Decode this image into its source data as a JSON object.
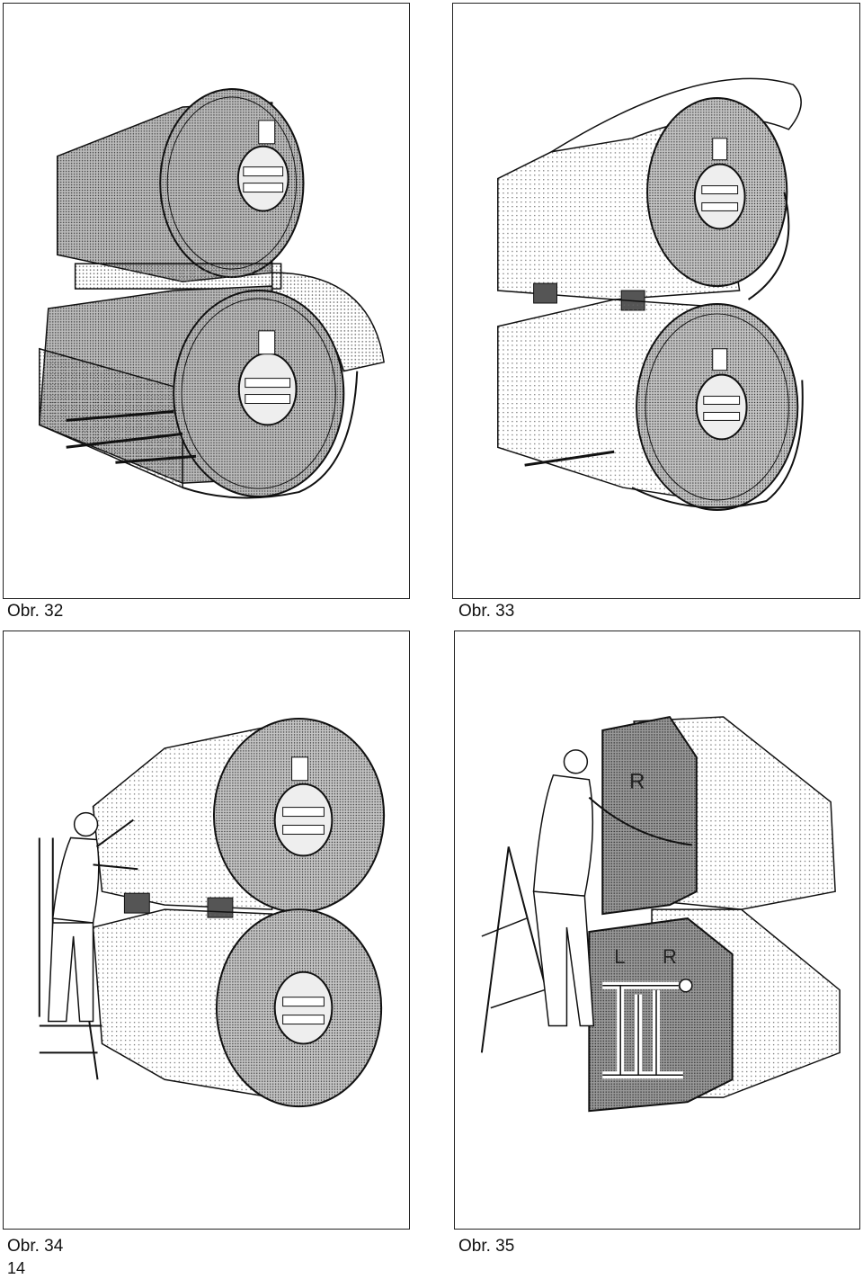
{
  "figures": [
    {
      "caption": "Obr. 32",
      "illustration": "stacked-tanks-partial-insulation"
    },
    {
      "caption": "Obr. 33",
      "illustration": "stacked-tanks-insulated-open-top"
    },
    {
      "caption": "Obr. 34",
      "illustration": "worker-on-ladder-beside-tanks"
    },
    {
      "caption": "Obr. 35",
      "illustration": "worker-fitting-front-cover"
    }
  ],
  "labels_fig35": {
    "top": "R",
    "bottom_left": "L",
    "bottom_right": "R"
  },
  "page_number": "14"
}
